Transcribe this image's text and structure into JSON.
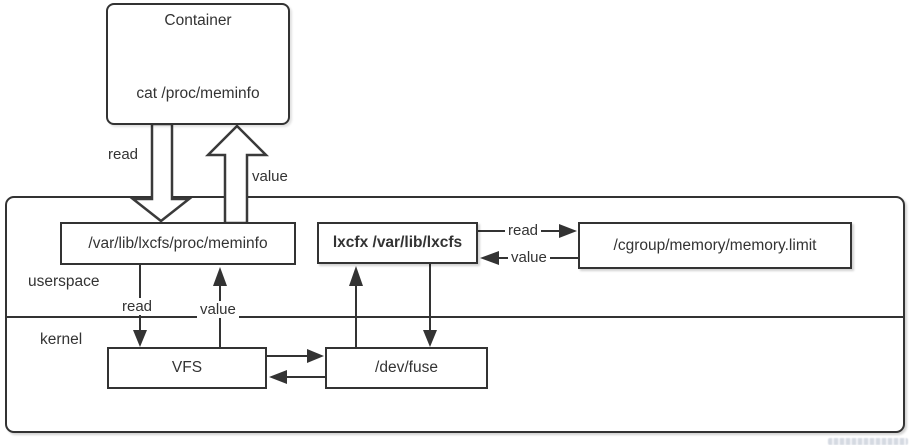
{
  "diagram": {
    "container": {
      "title": "Container",
      "command": "cat /proc/meminfo"
    },
    "nodes": {
      "meminfo": "/var/lib/lxcfs/proc/meminfo",
      "lxcfs": "lxcfx /var/lib/lxcfs",
      "cgroup": "/cgroup/memory/memory.limit",
      "vfs": "VFS",
      "fuse": "/dev/fuse"
    },
    "regions": {
      "userspace": "userspace",
      "kernel": "kernel"
    },
    "labels": {
      "read_top": "read",
      "value_top": "value",
      "read_kernel": "read",
      "value_kernel": "value",
      "read_cgroup": "read",
      "value_cgroup": "value"
    },
    "colors": {
      "line": "#333333",
      "text": "#333333",
      "node_background": "#ffffff",
      "page_background": "#ffffff"
    }
  }
}
